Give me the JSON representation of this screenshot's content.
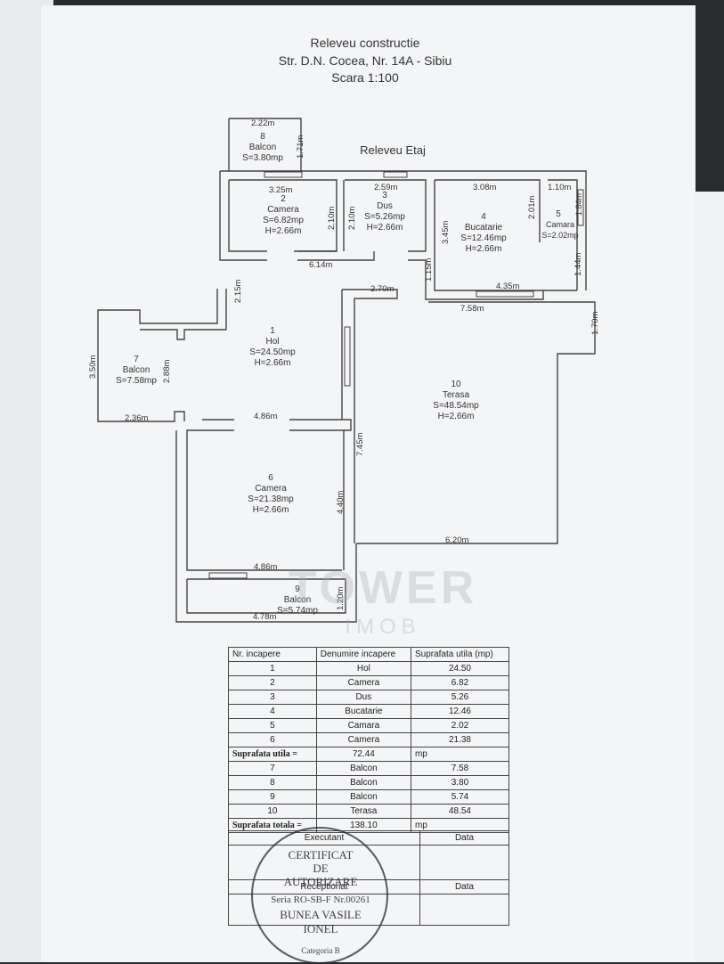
{
  "header": {
    "title": "Releveu constructie",
    "address": "Str. D.N. Cocea, Nr. 14A - Sibiu",
    "scale": "Scara 1:100"
  },
  "plan": {
    "label": "Releveu Etaj",
    "rooms": [
      {
        "nr": "8",
        "name": "Balcon",
        "area": "S=3.80mp"
      },
      {
        "nr": "2",
        "name": "Camera",
        "area": "S=6.82mp",
        "height": "H=2.66m"
      },
      {
        "nr": "3",
        "name": "Dus",
        "area": "S=5.26mp",
        "height": "H=2.66m"
      },
      {
        "nr": "4",
        "name": "Bucatarie",
        "area": "S=12.46mp",
        "height": "H=2.66m"
      },
      {
        "nr": "5",
        "name": "Camara",
        "area": "S=2.02mp"
      },
      {
        "nr": "1",
        "name": "Hol",
        "area": "S=24.50mp",
        "height": "H=2.66m"
      },
      {
        "nr": "7",
        "name": "Balcon",
        "area": "S=7.58mp"
      },
      {
        "nr": "10",
        "name": "Terasa",
        "area": "S=48.54mp",
        "height": "H=2.66m"
      },
      {
        "nr": "6",
        "name": "Camera",
        "area": "S=21.38mp",
        "height": "H=2.66m"
      },
      {
        "nr": "9",
        "name": "Balcon",
        "area": "S=5.74mp"
      }
    ],
    "dimensions": [
      "2.22m",
      "1.71m",
      "3.25m",
      "2.59m",
      "3.08m",
      "1.10m",
      "2.10m",
      "2.10m",
      "2.01m",
      "1.84m",
      "3.45m",
      "6.14m",
      "1.44m",
      "1.15m",
      "2.70m",
      "4.35m",
      "2.15m",
      "7.58m",
      "1.70m",
      "3.50m",
      "2.88m",
      "2.36m",
      "4.86m",
      "7.45m",
      "4.40m",
      "6.20m",
      "4.86m",
      "1.20m",
      "4.78m"
    ]
  },
  "watermark": {
    "brand": "TOWER",
    "sub": "IMOB"
  },
  "table": {
    "headers": [
      "Nr. incapere",
      "Denumire incapere",
      "Suprafata utila (mp)"
    ],
    "rows": [
      {
        "nr": "1",
        "name": "Hol",
        "area": "24.50"
      },
      {
        "nr": "2",
        "name": "Camera",
        "area": "6.82"
      },
      {
        "nr": "3",
        "name": "Dus",
        "area": "5.26"
      },
      {
        "nr": "4",
        "name": "Bucatarie",
        "area": "12.46"
      },
      {
        "nr": "5",
        "name": "Camara",
        "area": "2.02"
      },
      {
        "nr": "6",
        "name": "Camera",
        "area": "21.38"
      }
    ],
    "util_label": "Suprafata utila =",
    "util_value": "72.44",
    "unit": "mp",
    "rows2": [
      {
        "nr": "7",
        "name": "Balcon",
        "area": "7.58"
      },
      {
        "nr": "8",
        "name": "Balcon",
        "area": "3.80"
      },
      {
        "nr": "9",
        "name": "Balcon",
        "area": "5.74"
      },
      {
        "nr": "10",
        "name": "Terasa",
        "area": "48.54"
      }
    ],
    "total_label": "Suprafata totala =",
    "total_value": "138.10"
  },
  "signatures": {
    "executant": "Executant",
    "receptionat": "Receptionat",
    "data": "Data"
  },
  "stamp": {
    "line1": "CERTIFICAT",
    "line2": "DE",
    "line3": "AUTORIZARE",
    "line4": "Seria RO-SB-F Nr.00261",
    "line5": "BUNEA VASILE",
    "line6": "IONEL",
    "ring": "Categoria B"
  }
}
